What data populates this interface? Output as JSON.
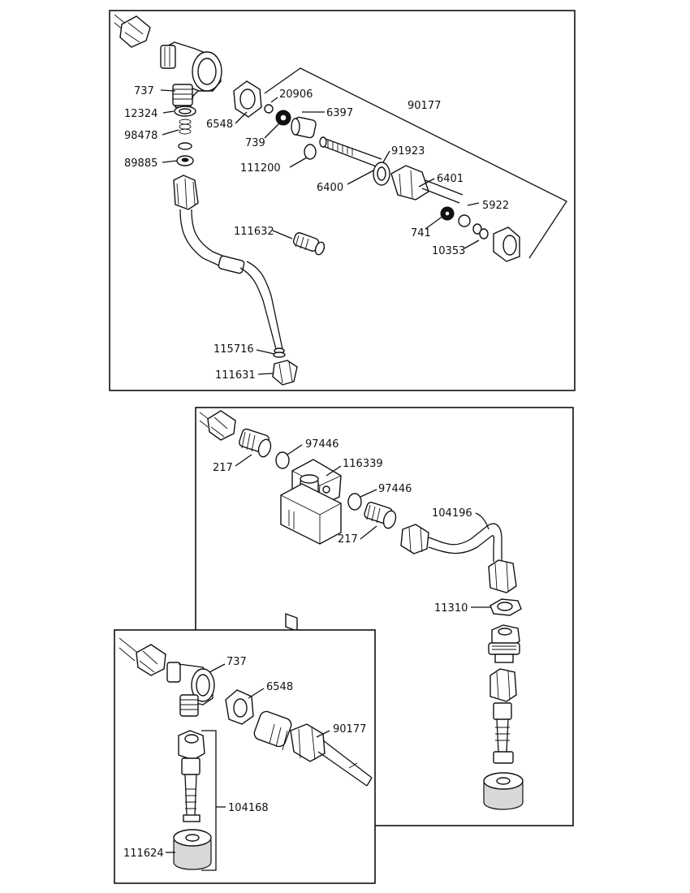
{
  "panel_top": {
    "labels": [
      {
        "id": "737",
        "text": "737"
      },
      {
        "id": "12324",
        "text": "12324"
      },
      {
        "id": "98478",
        "text": "98478"
      },
      {
        "id": "89885",
        "text": "89885"
      },
      {
        "id": "6548",
        "text": "6548"
      },
      {
        "id": "20906",
        "text": "20906"
      },
      {
        "id": "6397",
        "text": "6397"
      },
      {
        "id": "90177",
        "text": "90177"
      },
      {
        "id": "739",
        "text": "739"
      },
      {
        "id": "111200",
        "text": "111200"
      },
      {
        "id": "91923",
        "text": "91923"
      },
      {
        "id": "6400",
        "text": "6400"
      },
      {
        "id": "6401",
        "text": "6401"
      },
      {
        "id": "5922",
        "text": "5922"
      },
      {
        "id": "741",
        "text": "741"
      },
      {
        "id": "10353",
        "text": "10353"
      },
      {
        "id": "111632",
        "text": "111632"
      },
      {
        "id": "115716",
        "text": "115716"
      },
      {
        "id": "111631",
        "text": "111631"
      }
    ]
  },
  "panel_mid": {
    "labels": [
      {
        "id": "97446a",
        "text": "97446"
      },
      {
        "id": "217a",
        "text": "217"
      },
      {
        "id": "116339",
        "text": "116339"
      },
      {
        "id": "97446b",
        "text": "97446"
      },
      {
        "id": "104196",
        "text": "104196"
      },
      {
        "id": "217b",
        "text": "217"
      },
      {
        "id": "11310",
        "text": "11310"
      }
    ]
  },
  "panel_bottom": {
    "labels": [
      {
        "id": "737b",
        "text": "737"
      },
      {
        "id": "6548b",
        "text": "6548"
      },
      {
        "id": "90177b",
        "text": "90177"
      },
      {
        "id": "104168",
        "text": "104168"
      },
      {
        "id": "111624",
        "text": "111624"
      }
    ]
  }
}
